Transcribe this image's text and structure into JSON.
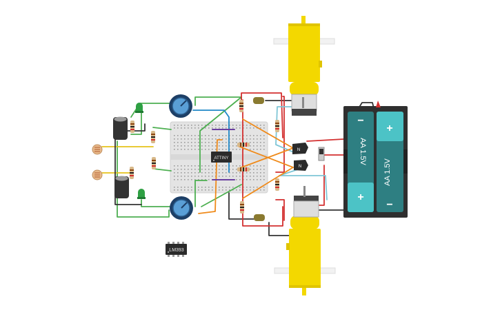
{
  "colors": {
    "background": "#ffffff",
    "breadboard": "#e3e3e3",
    "breadboard_hole": "#9a9a9a",
    "wire_green": "#4caf50",
    "wire_red": "#d32f2f",
    "wire_orange": "#ef8a1a",
    "wire_blue": "#1e88c8",
    "wire_purple": "#6a3fa0",
    "wire_black": "#333333",
    "wire_lightblue": "#7fc6d6",
    "motor_yellow": "#f3d800",
    "battery_case": "#2f2f2f",
    "battery_cell": "#2e7f82",
    "battery_cap": "#4cc3c6",
    "chip_body": "#2b2b2b",
    "chip_text": "#e8e8e8",
    "pot_body": "#1d3f66",
    "pot_knob": "#5a9fd6",
    "led_green": "#2ea043",
    "cap_body": "#333333",
    "ldr_body": "#e8b98a"
  },
  "icons": {
    "battery": "battery-icon",
    "motor": "motor-icon",
    "potentiometer": "potentiometer-icon",
    "led": "led-icon",
    "capacitor": "capacitor-icon",
    "photoresistor": "photoresistor-icon",
    "transistor": "transistor-icon",
    "switch": "switch-icon",
    "diode": "diode-icon"
  },
  "components": {
    "mcu_label": "ATTINY",
    "comparator_label": "LM393",
    "transistor_top_label": "N",
    "transistor_bottom_label": "N",
    "battery_left": {
      "label": "AA 1.5V",
      "minus": "−",
      "plus": "+"
    },
    "battery_right": {
      "label": "AA 1.5V",
      "minus": "−",
      "plus": "+"
    }
  }
}
